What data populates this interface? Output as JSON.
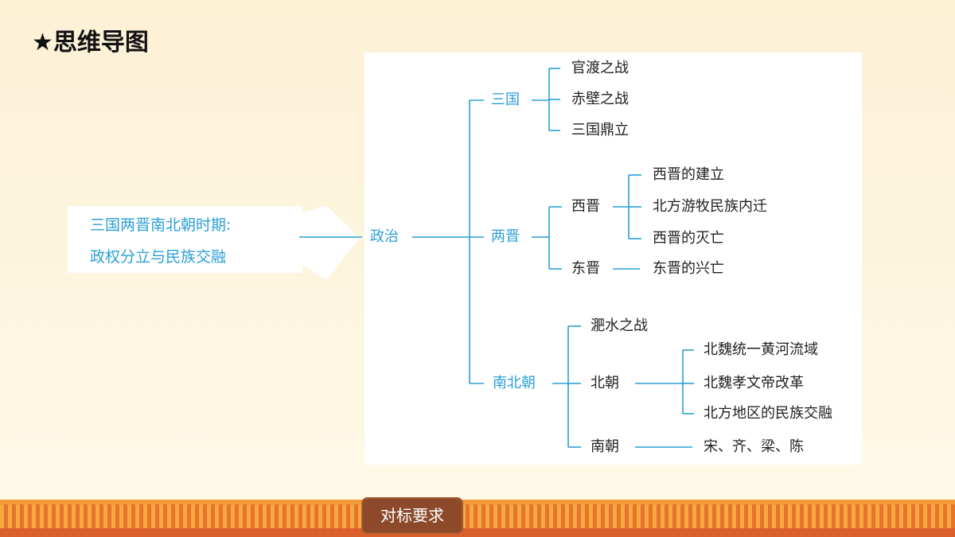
{
  "title": "★思维导图",
  "topic": {
    "line1": "三国两晋南北朝时期:",
    "line2": "政权分立与民族交融"
  },
  "root": "政治",
  "branches": {
    "sanguo": {
      "label": "三国",
      "items": [
        "官渡之战",
        "赤壁之战",
        "三国鼎立"
      ]
    },
    "liangjin": {
      "label": "两晋",
      "xijin": {
        "label": "西晋",
        "items": [
          "西晋的建立",
          "北方游牧民族内迁",
          "西晋的灭亡"
        ]
      },
      "dongjin": {
        "label": "东晋",
        "items": [
          "东晋的兴亡"
        ]
      }
    },
    "nanbeichao": {
      "label": "南北朝",
      "feishui": "淝水之战",
      "beichao": {
        "label": "北朝",
        "items": [
          "北魏统一黄河流域",
          "北魏孝文帝改革",
          "北方地区的民族交融"
        ]
      },
      "nanchao": {
        "label": "南朝",
        "items": [
          "宋、齐、梁、陈"
        ]
      }
    }
  },
  "footer_tab": "对标要求",
  "colors": {
    "line": "#2a9fd6",
    "accent_text": "#2a9fd6",
    "tab": "#8c4a2a",
    "strip": "#e8732c"
  }
}
